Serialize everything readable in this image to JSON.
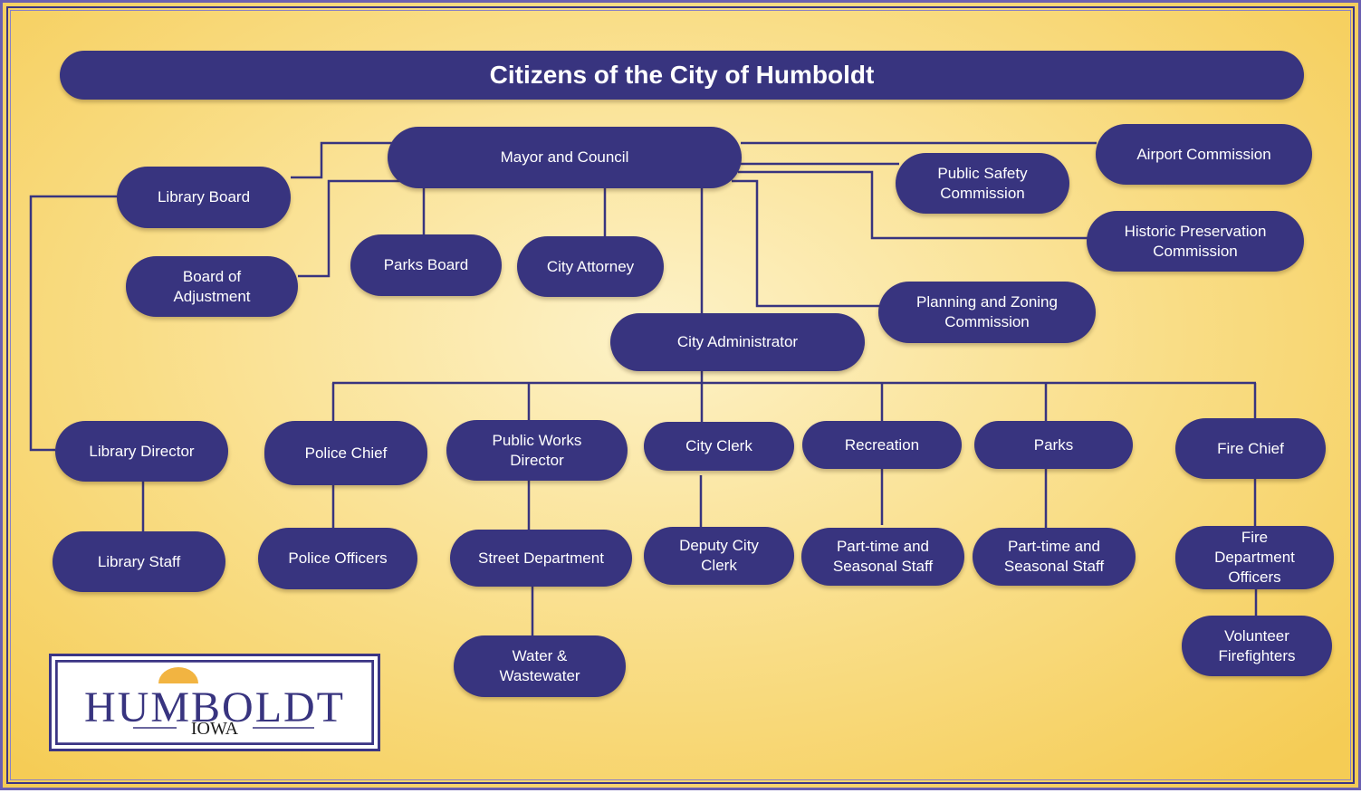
{
  "title": "Citizens of the City of Humboldt",
  "colors": {
    "node": "#38347f",
    "line": "#38347f",
    "background": "#f9dd86",
    "logo_sun": "#f2b441"
  },
  "nodes": {
    "mayor": "Mayor and Council",
    "library_board": "Library Board",
    "board_of_adjustment": "Board of\nAdjustment",
    "parks_board": "Parks  Board",
    "city_attorney": "City Attorney",
    "public_safety": "Public Safety\nCommission",
    "airport": "Airport Commission",
    "historic": "Historic Preservation\nCommission",
    "planning": "Planning and Zoning\nCommission",
    "city_admin": "City Administrator",
    "library_director": "Library Director",
    "police_chief": "Police Chief",
    "public_works": "Public Works\nDirector",
    "city_clerk": "City Clerk",
    "recreation": "Recreation",
    "parks": "Parks",
    "fire_chief": "Fire Chief",
    "library_staff": "Library Staff",
    "police_officers": "Police Officers",
    "street_dept": "Street Department",
    "deputy_clerk": "Deputy City\nClerk",
    "rec_staff": "Part-time and\nSeasonal Staff",
    "parks_staff": "Part-time and\nSeasonal Staff",
    "fire_officers": "Fire\nDepartment\nOfficers",
    "water": "Water &\nWastewater",
    "volunteers": "Volunteer\nFirefighters"
  },
  "logo": {
    "name": "HUMBOLDT",
    "state": "IOWA"
  }
}
